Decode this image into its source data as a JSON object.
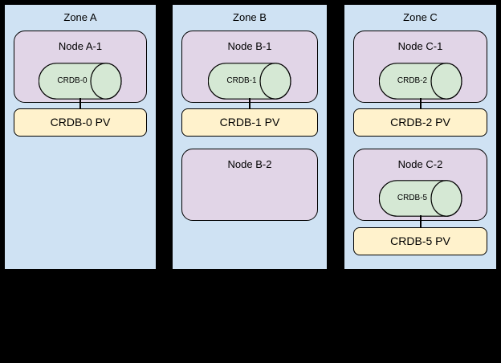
{
  "colors": {
    "background": "#000000",
    "zone_fill": "#cfe2f3",
    "zone_border": "#000000",
    "node_fill": "#e1d5e7",
    "node_border": "#000000",
    "disk_fill": "#d5e8d4",
    "disk_border": "#000000",
    "pv_fill": "#fff2cc",
    "pv_border": "#000000",
    "text": "#000000"
  },
  "zones": [
    {
      "label": "Zone A",
      "nodes": [
        {
          "label": "Node A-1",
          "disk_label": "CRDB-0",
          "pv_label": "CRDB-0 PV"
        }
      ]
    },
    {
      "label": "Zone B",
      "nodes": [
        {
          "label": "Node B-1",
          "disk_label": "CRDB-1",
          "pv_label": "CRDB-1 PV"
        },
        {
          "label": "Node B-2"
        }
      ]
    },
    {
      "label": "Zone C",
      "nodes": [
        {
          "label": "Node C-1",
          "disk_label": "CRDB-2",
          "pv_label": "CRDB-2 PV"
        },
        {
          "label": "Node C-2",
          "disk_label": "CRDB-5",
          "pv_label": "CRDB-5 PV"
        }
      ]
    }
  ]
}
